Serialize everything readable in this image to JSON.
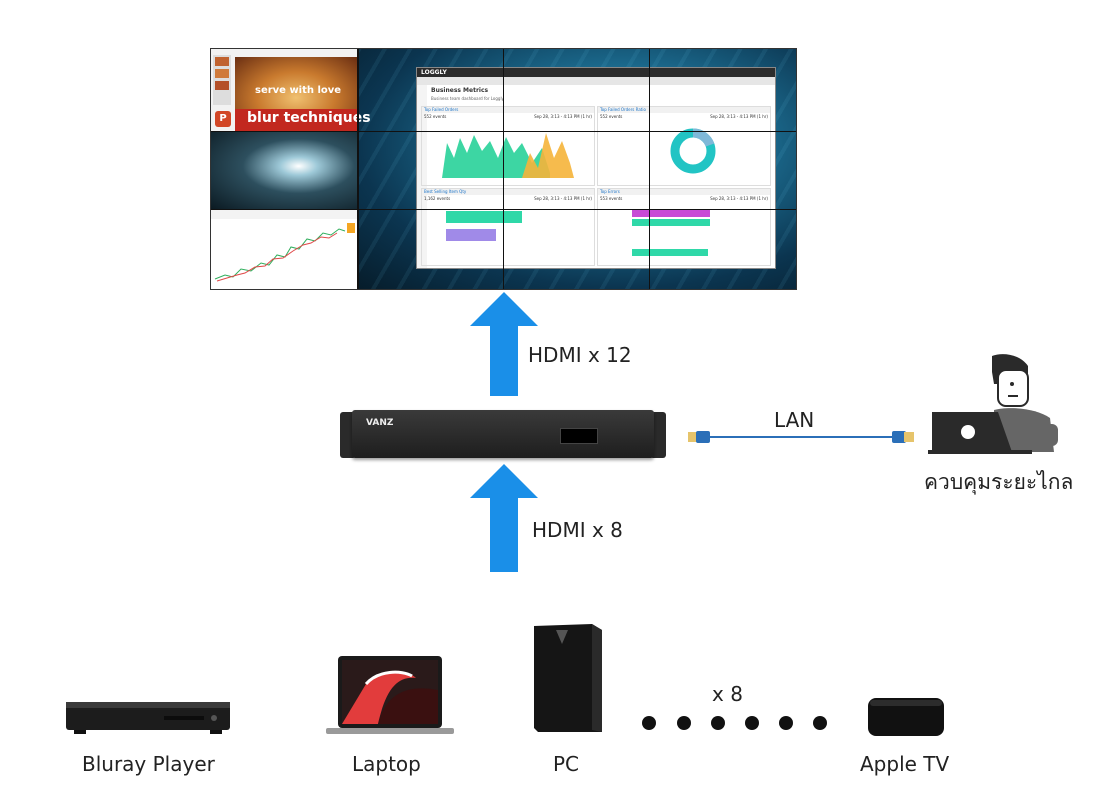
{
  "video_wall": {
    "slide_text_1": "serve with love",
    "slide_text_2": "blur techniques",
    "dashboard": {
      "brand": "LOGGLY",
      "title": "Business Metrics",
      "subtitle": "Business team dashboard for Loggly",
      "panels": [
        {
          "title": "Top Failed Orders",
          "count": "552 events",
          "range": "Sep 28, 3:13 - 4:13 PM (1 hr)"
        },
        {
          "title": "Top Failed Orders Ratio",
          "count": "552 events",
          "range": "Sep 28, 3:13 - 4:13 PM (1 hr)"
        },
        {
          "title": "Best Selling Item Qty",
          "count": "1,162 events",
          "range": "Sep 28, 3:13 - 4:13 PM (1 hr)"
        },
        {
          "title": "Top Errors",
          "count": "553 events",
          "range": "Sep 28, 3:13 - 4:13 PM (1 hr)"
        }
      ]
    }
  },
  "labels": {
    "hdmi_up": "HDMI x 12",
    "hdmi_in": "HDMI x 8",
    "lan": "LAN",
    "remote": "ควบคุมระยะไกล",
    "brand": "VANZ",
    "device_count": "x 8"
  },
  "sources": [
    {
      "label": "Bluray Player"
    },
    {
      "label": "Laptop"
    },
    {
      "label": "PC"
    },
    {
      "label": "Apple TV"
    }
  ],
  "colors": {
    "arrow": "#1a8fe8",
    "cable": "#2b6fb8",
    "chart_green": "#2fd8a8",
    "chart_orange": "#f5b43a",
    "chart_purple": "#c84bd6",
    "donut": "#22c4c4"
  }
}
